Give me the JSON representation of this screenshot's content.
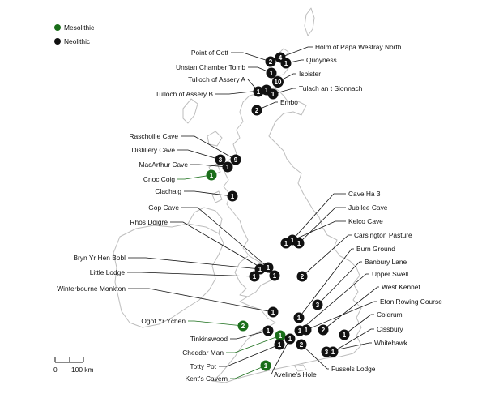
{
  "legend": {
    "items": [
      {
        "label": "Mesolithic",
        "color": "#1a6e1a"
      },
      {
        "label": "Neolithic",
        "color": "#111111"
      }
    ]
  },
  "scale_bar": {
    "start_label": "0",
    "end_label": "100 km"
  },
  "colors": {
    "coast": "#bdbdbd",
    "mesolithic": "#1a6e1a",
    "neolithic": "#111111",
    "leader_black": "#111111",
    "leader_green": "#1a6e1a"
  },
  "sites": [
    {
      "name": "Holm of Papa Westray North",
      "count": "4",
      "period": "Neolithic"
    },
    {
      "name": "Point of Cott",
      "count": "2",
      "period": "Neolithic"
    },
    {
      "name": "Quoyness",
      "count": "1",
      "period": "Neolithic"
    },
    {
      "name": "Unstan Chamber Tomb",
      "count": "1",
      "period": "Neolithic"
    },
    {
      "name": "Isbister",
      "count": "10",
      "period": "Neolithic"
    },
    {
      "name": "Tulloch of Assery A",
      "count": "1",
      "period": "Neolithic"
    },
    {
      "name": "Tulloch of Assery B",
      "count": "1",
      "period": "Neolithic"
    },
    {
      "name": "Tulach an t Sionnach",
      "count": "1",
      "period": "Neolithic"
    },
    {
      "name": "Embo",
      "count": "2",
      "period": "Neolithic"
    },
    {
      "name": "Raschoille Cave",
      "count": "9",
      "period": "Neolithic"
    },
    {
      "name": "Distillery Cave",
      "count": "3",
      "period": "Neolithic"
    },
    {
      "name": "MacArthur Cave",
      "count": "1",
      "period": "Neolithic"
    },
    {
      "name": "Cnoc Coig",
      "count": "1",
      "period": "Mesolithic"
    },
    {
      "name": "Clachaig",
      "count": "1",
      "period": "Neolithic"
    },
    {
      "name": "Cave Ha 3",
      "count": "1",
      "period": "Neolithic"
    },
    {
      "name": "Jubilee Cave",
      "count": "1",
      "period": "Neolithic"
    },
    {
      "name": "Kelco Cave",
      "count": "1",
      "period": "Neolithic"
    },
    {
      "name": "Gop Cave",
      "count": "1",
      "period": "Neolithic"
    },
    {
      "name": "Carsington Pasture",
      "count": "2",
      "period": "Neolithic"
    },
    {
      "name": "Rhos Ddigre",
      "count": "1",
      "period": "Neolithic"
    },
    {
      "name": "Burn Ground",
      "count": "1",
      "period": "Neolithic"
    },
    {
      "name": "Bryn Yr Hen Bobl",
      "count": "1",
      "period": "Neolithic"
    },
    {
      "name": "Banbury Lane",
      "count": "3",
      "period": "Neolithic"
    },
    {
      "name": "Little Lodge",
      "count": "1",
      "period": "Neolithic"
    },
    {
      "name": "Upper Swell",
      "count": "1",
      "period": "Neolithic"
    },
    {
      "name": "Winterbourne Monkton",
      "count": "1",
      "period": "Neolithic"
    },
    {
      "name": "West Kennet",
      "count": "2",
      "period": "Neolithic"
    },
    {
      "name": "Eton Rowing Course",
      "count": "1",
      "period": "Neolithic"
    },
    {
      "name": "Ogof Yr Ychen",
      "count": "2",
      "period": "Mesolithic"
    },
    {
      "name": "Coldrum",
      "count": "1",
      "period": "Neolithic"
    },
    {
      "name": "Tinkinswood",
      "count": "1",
      "period": "Neolithic"
    },
    {
      "name": "Cissbury",
      "count": "1",
      "period": "Neolithic"
    },
    {
      "name": "Cheddar Man",
      "count": "1",
      "period": "Mesolithic"
    },
    {
      "name": "Whitehawk",
      "count": "3",
      "period": "Neolithic"
    },
    {
      "name": "Totty Pot",
      "count": "1",
      "period": "Neolithic"
    },
    {
      "name": "Fussels Lodge",
      "count": "2",
      "period": "Neolithic"
    },
    {
      "name": "Kent's Cavern",
      "count": "1",
      "period": "Mesolithic"
    },
    {
      "name": "Aveline's Hole",
      "count": "1",
      "period": "Neolithic"
    }
  ]
}
